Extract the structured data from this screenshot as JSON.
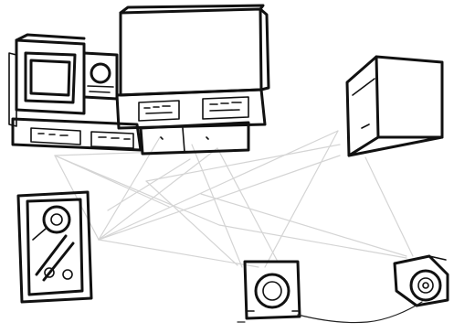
{
  "scene": {
    "background": "#ffffff",
    "ink_color": "#111111",
    "connection_color": "#d4d4d4",
    "objects": [
      {
        "name": "mixing-console"
      },
      {
        "name": "cabinet-box"
      },
      {
        "name": "tape-machine"
      },
      {
        "name": "speaker-left"
      },
      {
        "name": "speaker-right"
      },
      {
        "name": "connection-lines"
      },
      {
        "name": "cable"
      }
    ]
  }
}
